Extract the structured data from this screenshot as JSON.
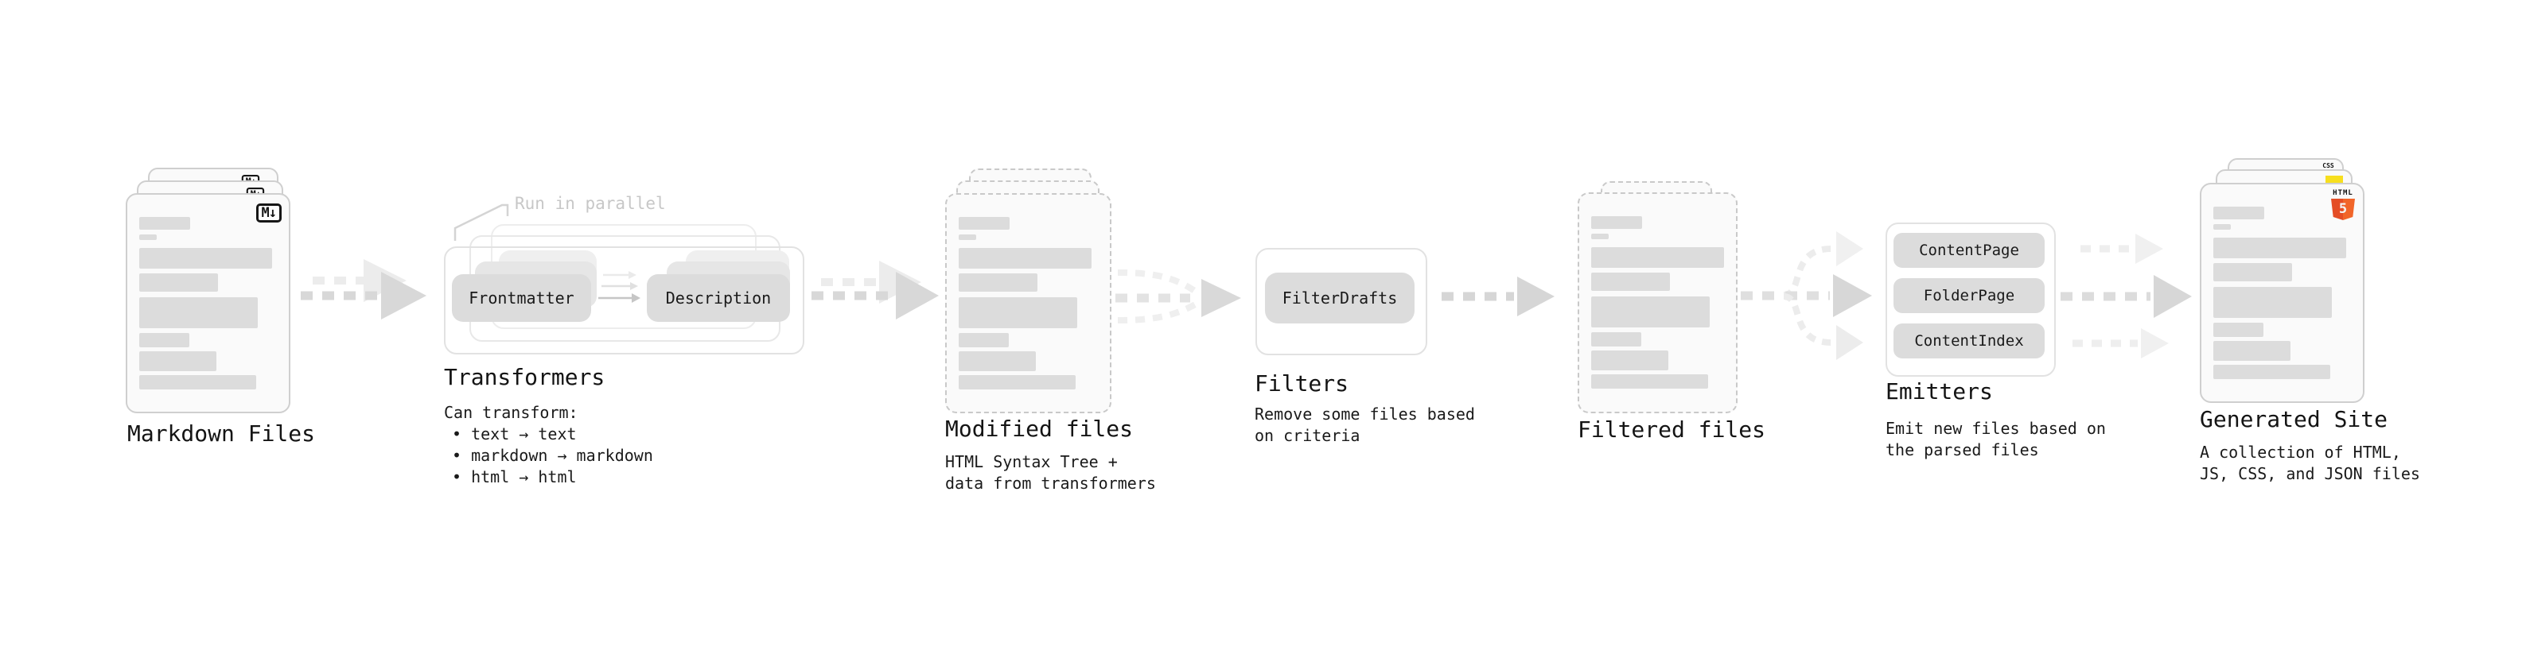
{
  "stages": {
    "markdown_files": {
      "label": "Markdown Files",
      "badge": "M↓"
    },
    "transformers": {
      "label": "Transformers",
      "annotation": "Run in parallel",
      "pills": [
        "Frontmatter",
        "Description"
      ],
      "caption": "Can transform:",
      "bullets": [
        "• text → text",
        "• markdown → markdown",
        "• html → html"
      ]
    },
    "modified_files": {
      "label": "Modified files",
      "caption_lines": [
        "HTML Syntax Tree +",
        "data from transformers"
      ]
    },
    "filters": {
      "label": "Filters",
      "pills": [
        "FilterDrafts"
      ],
      "caption_lines": [
        "Remove some files based",
        "on criteria"
      ]
    },
    "filtered_files": {
      "label": "Filtered files"
    },
    "emitters": {
      "label": "Emitters",
      "pills": [
        "ContentPage",
        "FolderPage",
        "ContentIndex"
      ],
      "caption_lines": [
        "Emit new files based on",
        "the parsed files"
      ]
    },
    "generated_site": {
      "label": "Generated Site",
      "caption_lines": [
        "A collection of HTML,",
        "JS, CSS, and JSON files"
      ],
      "css_badge": "CSS",
      "html5_word": "HTML",
      "html5_number": "5"
    }
  },
  "colors": {
    "doc_fill": "#fafafa",
    "skeleton_bar": "#dcdcdc",
    "pill_gray": "#dcdcdc",
    "arrow_gray": "#d8d8d8",
    "annotation_gray": "#c7c7c7",
    "css_blue": "#2965f1",
    "js_yellow": "#f7df1e",
    "html5_orange": "#e44d26",
    "html5_orange_light": "#f16529"
  }
}
